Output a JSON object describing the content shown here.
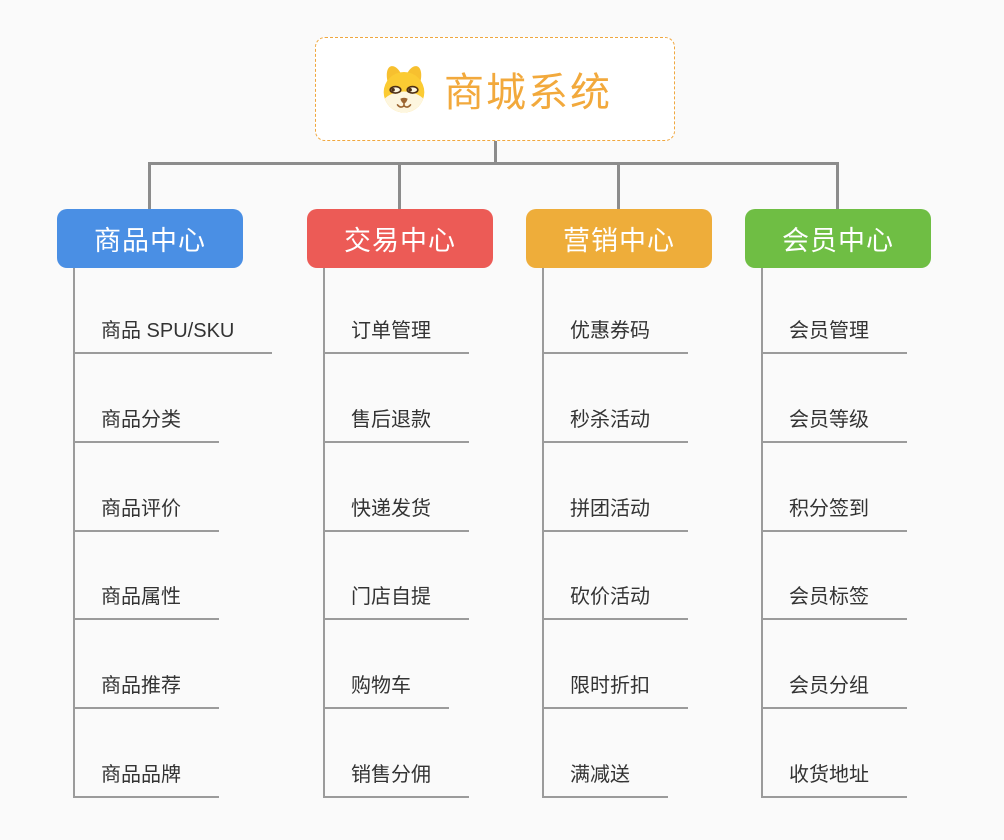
{
  "page": {
    "background_color": "#fafafa",
    "connector_color": "#8c8c8c",
    "underline_color": "#9b9b9b",
    "item_text_color": "#333333"
  },
  "root": {
    "label": "商城系统",
    "icon": "shiba-dog-icon",
    "text_color": "#f2a93c",
    "border_color": "#f0a73e",
    "background_color": "#ffffff"
  },
  "branches": [
    {
      "label": "商品中心",
      "color": "#4a8fe4",
      "items": [
        "商品 SPU/SKU",
        "商品分类",
        "商品评价",
        "商品属性",
        "商品推荐",
        "商品品牌"
      ]
    },
    {
      "label": "交易中心",
      "color": "#ec5b56",
      "items": [
        "订单管理",
        "售后退款",
        "快递发货",
        "门店自提",
        "购物车",
        "销售分佣"
      ]
    },
    {
      "label": "营销中心",
      "color": "#eead3a",
      "items": [
        "优惠券码",
        "秒杀活动",
        "拼团活动",
        "砍价活动",
        "限时折扣",
        "满减送"
      ]
    },
    {
      "label": "会员中心",
      "color": "#6fbe44",
      "items": [
        "会员管理",
        "会员等级",
        "积分签到",
        "会员标签",
        "会员分组",
        "收货地址"
      ]
    }
  ]
}
